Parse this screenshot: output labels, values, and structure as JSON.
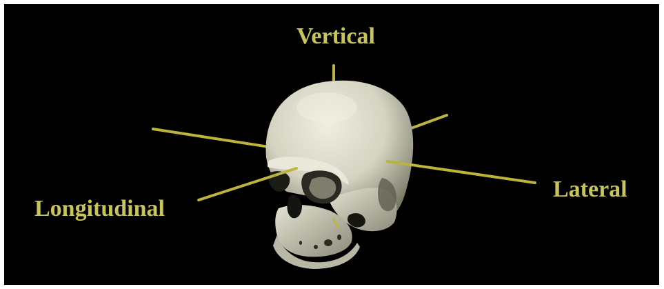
{
  "figure": {
    "background": "#000000",
    "axis_color": "#bcb43c",
    "label_color": "#c8c45c",
    "bone_color": "#d8d6c4",
    "shadow_color": "#58584a"
  },
  "labels": {
    "vertical": "Vertical",
    "lateral": "Lateral",
    "longitudinal": "Longitudinal"
  }
}
